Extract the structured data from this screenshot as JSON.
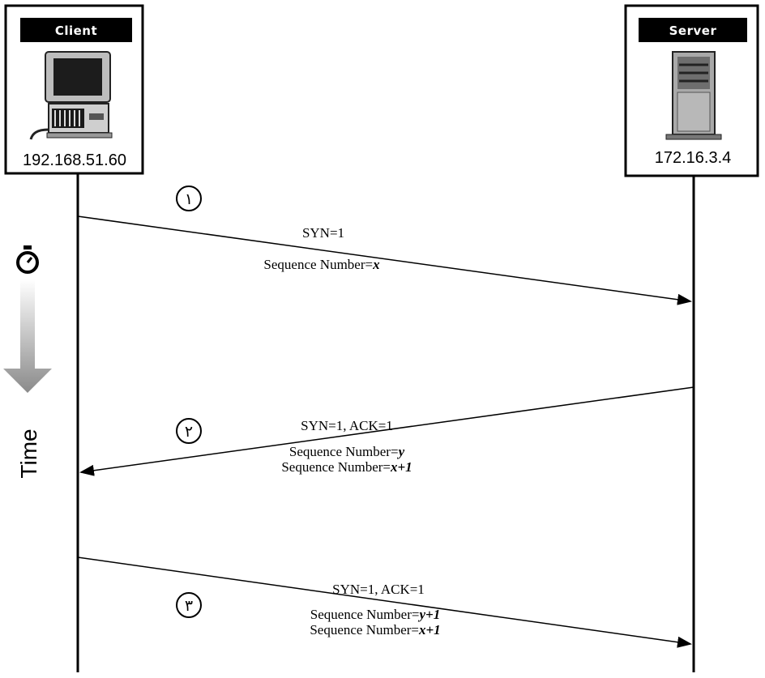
{
  "client": {
    "label": "Client",
    "ip": "192.168.51.60",
    "icon": "desktop-computer-icon"
  },
  "server": {
    "label": "Server",
    "ip": "172.16.3.4",
    "icon": "server-tower-icon"
  },
  "time": {
    "label": "Time",
    "icon": "stopwatch-icon"
  },
  "messages": [
    {
      "step": "١",
      "line1": "SYN=1",
      "seq_prefix": "Sequence Number=",
      "seq_value": "x"
    },
    {
      "step": "٢",
      "line1": "SYN=1, ACK=1",
      "seq_prefix": "Sequence Number=",
      "seq_value": "y",
      "ack_prefix": "Sequence Number=",
      "ack_value": "x+1"
    },
    {
      "step": "٣",
      "line1": "SYN=1, ACK=1",
      "seq_prefix": "Sequence Number=",
      "seq_value": "y+1",
      "ack_prefix": "Sequence Number=",
      "ack_value": "x+1"
    }
  ]
}
